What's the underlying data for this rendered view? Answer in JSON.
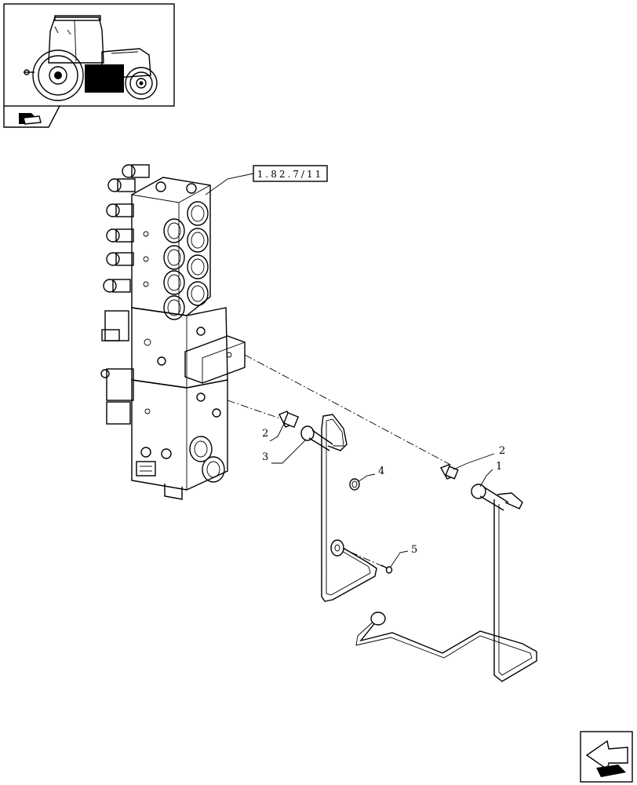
{
  "reference": {
    "text": "1.82.7/11"
  },
  "callouts": [
    {
      "id": "callout-1",
      "text": "1"
    },
    {
      "id": "callout-2a",
      "text": "2"
    },
    {
      "id": "callout-2b",
      "text": "2"
    },
    {
      "id": "callout-3",
      "text": "3"
    },
    {
      "id": "callout-4",
      "text": "4"
    },
    {
      "id": "callout-5",
      "text": "5"
    }
  ],
  "icons": {
    "thumbnail": "tractor-thumbnail-icon",
    "section": "section-symbol-icon",
    "next": "next-page-arrow-icon"
  },
  "colors": {
    "line": "#000000",
    "background": "#ffffff"
  }
}
